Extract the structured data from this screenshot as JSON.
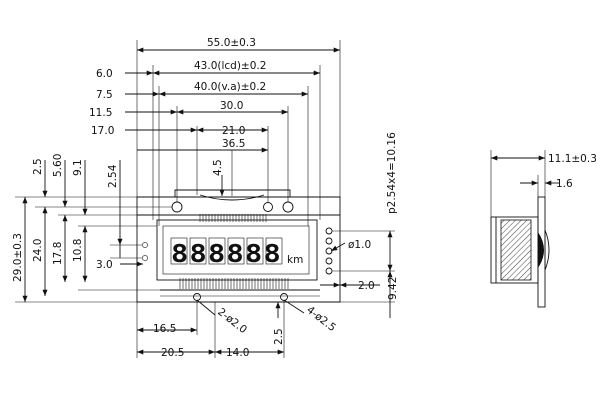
{
  "front_view": {
    "overall_width": "55.0±0.3",
    "lcd_width": "43.0(lcd)±0.2",
    "va_width": "40.0(v.a)±0.2",
    "dim_30": "30.0",
    "dim_21": "21.0",
    "dim_36_5": "36.5",
    "left_6": "6.0",
    "left_7_5": "7.5",
    "left_11_5": "11.5",
    "left_17": "17.0",
    "dim_4_5": "4.5",
    "v_2_5": "2.5",
    "v_5_60": "5.60",
    "v_9_1": "9.1",
    "v_2_54": "2.54",
    "v_29": "29.0±0.3",
    "v_24": "24.0",
    "v_17_8": "17.8",
    "v_10_8": "10.8",
    "dim_3_0": "3.0",
    "pitch": "p2.54x4=10.16",
    "pin_dia": "ø1.0",
    "dim_2_0": "2.0",
    "v_9_42": "9.42",
    "dim_16_5": "16.5",
    "holes_2": "2-ø2.0",
    "holes_4": "4-ø2.5",
    "v_2_5b": "2.5",
    "dim_20_5": "20.5",
    "dim_14": "14.0",
    "lcd_digits": "888888",
    "lcd_last": "8",
    "lcd_unit": "km"
  },
  "side_view": {
    "depth": "11.1±0.3",
    "thickness": "1.6"
  }
}
